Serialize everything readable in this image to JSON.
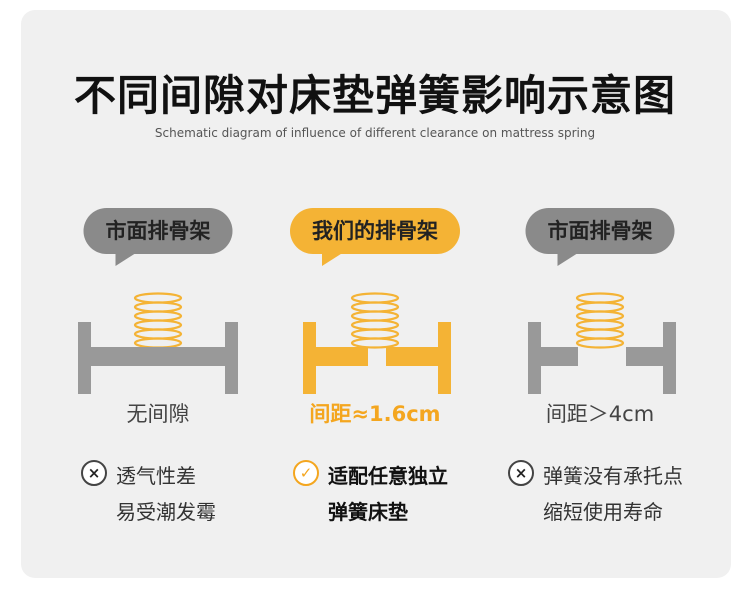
{
  "header": {
    "title": "不同间隙对床垫弹簧影响示意图",
    "subtitle": "Schematic diagram of influence of different clearance on mattress spring"
  },
  "colors": {
    "gray": "#8a8a8a",
    "yellow": "#f4b335",
    "accent": "#f4a61f",
    "card": "#f0f0f0"
  },
  "columns": [
    {
      "bubble": "市面排骨架",
      "gap": "无间隙",
      "mark": "×",
      "mark_icon": "cross-circle-icon",
      "verdict": [
        "透气性差",
        "易受潮发霉"
      ]
    },
    {
      "bubble": "我们的排骨架",
      "gap": "间距≈1.6cm",
      "mark": "✓",
      "mark_icon": "check-circle-icon",
      "verdict": [
        "适配任意独立",
        "弹簧床垫"
      ]
    },
    {
      "bubble": "市面排骨架",
      "gap": "间距＞4cm",
      "mark": "×",
      "mark_icon": "cross-circle-icon",
      "verdict": [
        "弹簧没有承托点",
        "缩短使用寿命"
      ]
    }
  ]
}
